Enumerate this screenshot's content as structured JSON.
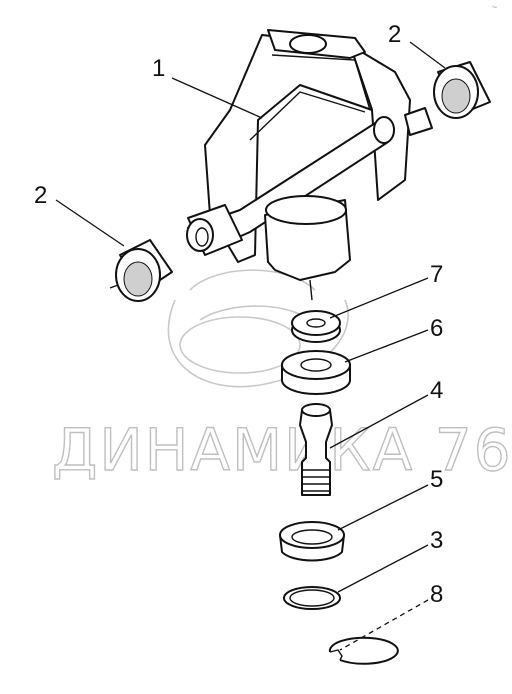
{
  "watermark": {
    "text": "ДИНАМИКА 76",
    "color": "#bfbfbf"
  },
  "corner_mark": "~",
  "callouts": [
    {
      "id": "part-1",
      "label": "1"
    },
    {
      "id": "part-2-right",
      "label": "2"
    },
    {
      "id": "part-2-left",
      "label": "2"
    },
    {
      "id": "part-7",
      "label": "7"
    },
    {
      "id": "part-6",
      "label": "6"
    },
    {
      "id": "part-4",
      "label": "4"
    },
    {
      "id": "part-5",
      "label": "5"
    },
    {
      "id": "part-3",
      "label": "3"
    },
    {
      "id": "part-8",
      "label": "8"
    }
  ],
  "colors": {
    "line": "#111111",
    "background": "#ffffff",
    "bearing_fill": "#cfcfcf"
  }
}
